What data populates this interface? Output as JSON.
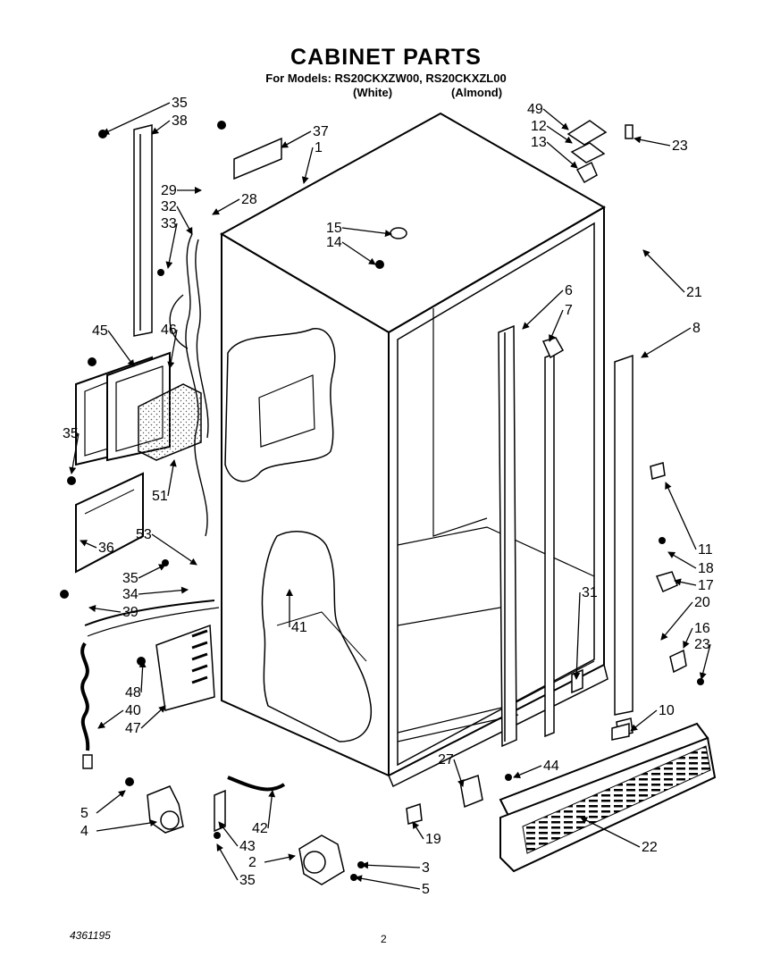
{
  "header": {
    "title": "CABINET PARTS",
    "models_line": "For Models: RS20CKXZW00,  RS20CKXZL00",
    "variant_white": "(White)",
    "variant_almond": "(Almond)"
  },
  "footer": {
    "doc_number": "4361195",
    "page_number": "2"
  },
  "callouts": [
    "35",
    "38",
    "37",
    "1",
    "49",
    "12",
    "13",
    "23",
    "29",
    "32",
    "28",
    "33",
    "15",
    "14",
    "21",
    "6",
    "7",
    "8",
    "45",
    "46",
    "35",
    "51",
    "36",
    "53",
    "35",
    "34",
    "39",
    "41",
    "11",
    "18",
    "17",
    "20",
    "16",
    "23",
    "48",
    "40",
    "47",
    "31",
    "10",
    "27",
    "44",
    "5",
    "4",
    "42",
    "43",
    "2",
    "35",
    "19",
    "3",
    "5",
    "22"
  ],
  "colors": {
    "ink": "#000000",
    "paper": "#ffffff",
    "stipple": "#777777"
  }
}
